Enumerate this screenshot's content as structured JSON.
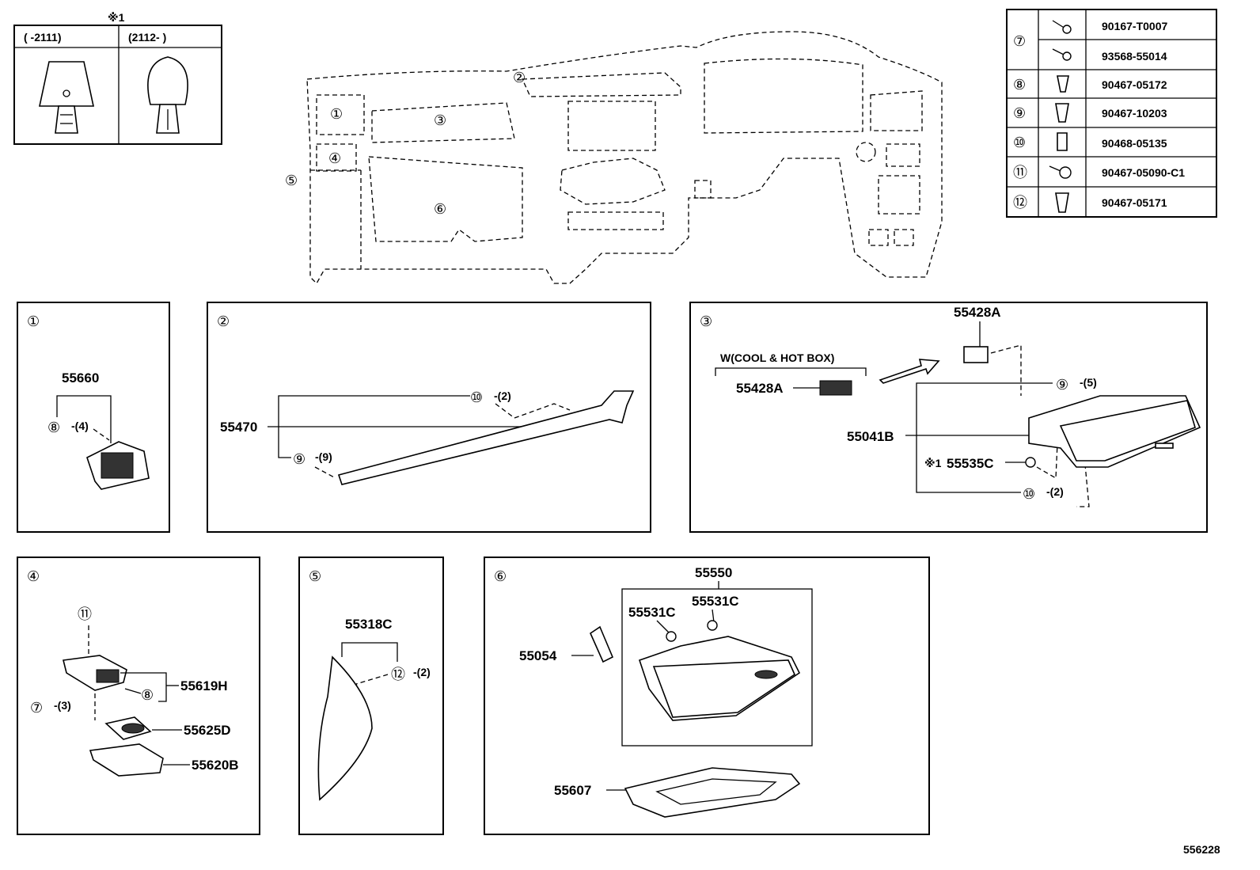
{
  "note_mark": "※1",
  "variants": {
    "left": "(      -2111)",
    "right": "(2112-      )"
  },
  "fastener_table": [
    {
      "ref": "⑦",
      "part": "90167-T0007"
    },
    {
      "ref": "",
      "part": "93568-55014"
    },
    {
      "ref": "⑧",
      "part": "90467-05172"
    },
    {
      "ref": "⑨",
      "part": "90467-10203"
    },
    {
      "ref": "⑩",
      "part": "90468-05135"
    },
    {
      "ref": "⑪",
      "part": "90467-05090-C1"
    },
    {
      "ref": "⑫",
      "part": "90467-05171"
    }
  ],
  "overview_callouts": [
    "①",
    "②",
    "③",
    "④",
    "⑤",
    "⑥"
  ],
  "panels": {
    "p1": {
      "id": "①",
      "part": "55660",
      "fastener": "⑧",
      "qty": "-(4)"
    },
    "p2": {
      "id": "②",
      "part": "55470",
      "fastener_a": "⑩",
      "qty_a": "-(2)",
      "fastener_b": "⑨",
      "qty_b": "-(9)"
    },
    "p3": {
      "id": "③",
      "condition": "W(COOL & HOT BOX)",
      "part_a": "55428A",
      "part_b": "55428A",
      "part_c": "55041B",
      "note": "※1",
      "part_d": "55535C",
      "fastener_a": "⑨",
      "qty_a": "-(5)",
      "fastener_b": "⑩",
      "qty_b": "-(2)"
    },
    "p4": {
      "id": "④",
      "fastener_top": "⑪",
      "part_a": "55619H",
      "fastener_mid": "⑧",
      "fastener_left": "⑦",
      "qty_left": "-(3)",
      "part_b": "55625D",
      "part_c": "55620B"
    },
    "p5": {
      "id": "⑤",
      "part": "55318C",
      "fastener": "⑫",
      "qty": "-(2)"
    },
    "p6": {
      "id": "⑥",
      "part_assy": "55550",
      "part_a": "55531C",
      "part_b": "55531C",
      "part_c": "55054",
      "part_d": "55607"
    }
  },
  "diagram_number": "556228"
}
